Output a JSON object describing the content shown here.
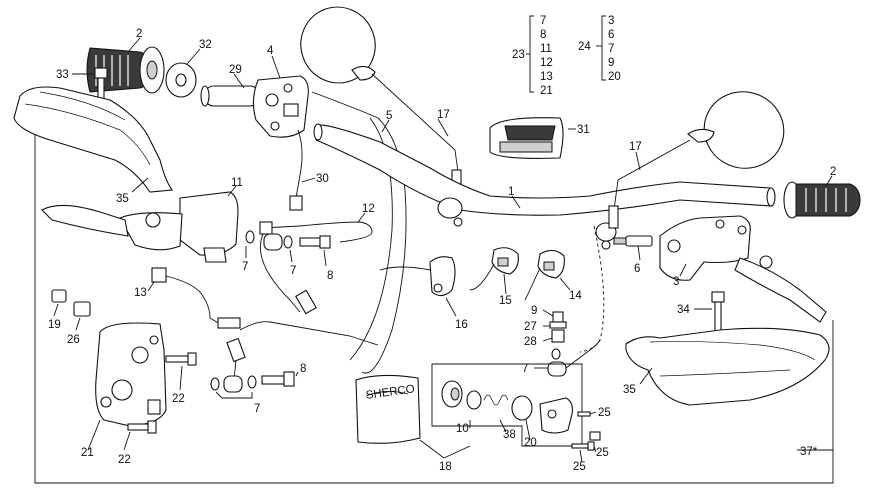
{
  "callouts": [
    {
      "id": "c2a",
      "text": "2"
    },
    {
      "id": "c32",
      "text": "32"
    },
    {
      "id": "c33",
      "text": "33"
    },
    {
      "id": "c4",
      "text": "4"
    },
    {
      "id": "c29",
      "text": "29"
    },
    {
      "id": "c5",
      "text": "5"
    },
    {
      "id": "c17a",
      "text": "17"
    },
    {
      "id": "c30",
      "text": "30"
    },
    {
      "id": "c11",
      "text": "11"
    },
    {
      "id": "c35a",
      "text": "35"
    },
    {
      "id": "c12",
      "text": "12"
    },
    {
      "id": "c1",
      "text": "1"
    },
    {
      "id": "c31",
      "text": "31"
    },
    {
      "id": "c17b",
      "text": "17"
    },
    {
      "id": "c2b",
      "text": "2"
    },
    {
      "id": "c7a",
      "text": "7"
    },
    {
      "id": "c7b",
      "text": "7"
    },
    {
      "id": "c8a",
      "text": "8"
    },
    {
      "id": "c13",
      "text": "13"
    },
    {
      "id": "c19",
      "text": "19"
    },
    {
      "id": "c26",
      "text": "26"
    },
    {
      "id": "c16",
      "text": "16"
    },
    {
      "id": "c15",
      "text": "15"
    },
    {
      "id": "c14",
      "text": "14"
    },
    {
      "id": "c6",
      "text": "6"
    },
    {
      "id": "c3",
      "text": "3"
    },
    {
      "id": "c34",
      "text": "34"
    },
    {
      "id": "c9",
      "text": "9"
    },
    {
      "id": "c27",
      "text": "27"
    },
    {
      "id": "c28",
      "text": "28"
    },
    {
      "id": "c7c",
      "text": "7"
    },
    {
      "id": "c22a",
      "text": "22"
    },
    {
      "id": "c8b",
      "text": "8"
    },
    {
      "id": "c7d",
      "text": "7"
    },
    {
      "id": "c35b",
      "text": "35"
    },
    {
      "id": "c10",
      "text": "10"
    },
    {
      "id": "c38",
      "text": "38"
    },
    {
      "id": "c20",
      "text": "20"
    },
    {
      "id": "c25a",
      "text": "25"
    },
    {
      "id": "c25b",
      "text": "25"
    },
    {
      "id": "c25c",
      "text": "25"
    },
    {
      "id": "c21",
      "text": "21"
    },
    {
      "id": "c22b",
      "text": "22"
    },
    {
      "id": "c18",
      "text": "18"
    },
    {
      "id": "c37",
      "text": "37*"
    }
  ],
  "group23": {
    "label": "23",
    "items": [
      "7",
      "8",
      "11",
      "12",
      "13",
      "21"
    ]
  },
  "group24": {
    "label": "24",
    "items": [
      "3",
      "6",
      "7",
      "9",
      "20"
    ]
  },
  "brand": "SHERCO"
}
